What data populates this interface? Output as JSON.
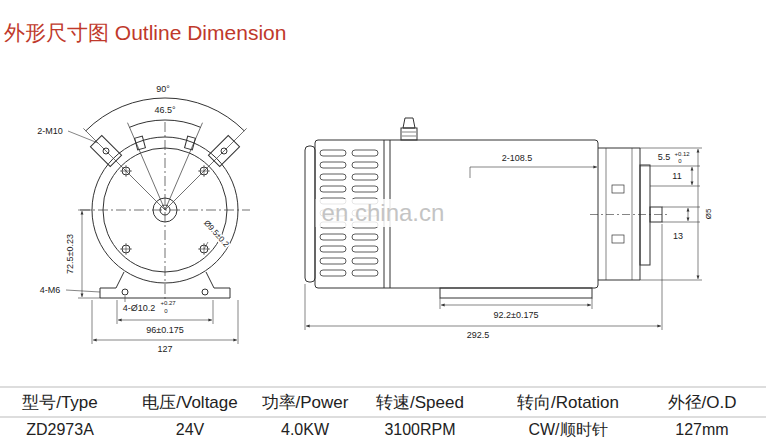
{
  "diagram": {
    "title": "外形尺寸图 Outline Dimension",
    "labels": [
      "90°",
      "46.5°",
      "2-M10",
      "Ø9.5±0.2",
      "72.5±0.23",
      "4-M6",
      "4-Ø10.2",
      "+0.27",
      "0",
      "96±0.175",
      "127",
      "2-108.5",
      "5.5",
      "+0.12",
      "0",
      "11",
      "13",
      "Ø5",
      "92.2±0.175",
      "292.5",
      "en.china.cn",
      "型号/Type",
      "电压/Voltage",
      "功率/Power",
      "转速/Speed",
      "转向/Rotation",
      "外径/O.D",
      "ZD2973A",
      "24V",
      "4.0KW",
      "3100RPM",
      "CW/顺时针",
      "127mm"
    ]
  }
}
